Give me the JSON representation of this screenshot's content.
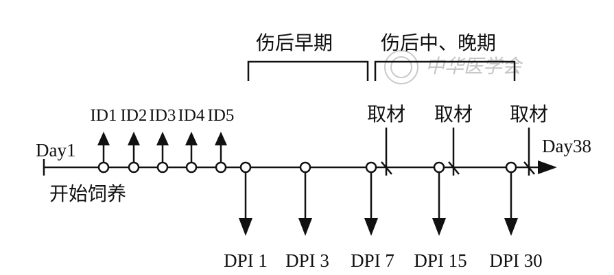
{
  "timeline": {
    "start_label": "Day1",
    "end_label": "Day38",
    "start_caption": "开始饲养"
  },
  "id_markers": [
    {
      "label": "ID1"
    },
    {
      "label": "ID2"
    },
    {
      "label": "ID3"
    },
    {
      "label": "ID4"
    },
    {
      "label": "ID5"
    }
  ],
  "dpi_markers": [
    {
      "label": "DPI 1"
    },
    {
      "label": "DPI 3"
    },
    {
      "label": "DPI 7"
    },
    {
      "label": "DPI 15"
    },
    {
      "label": "DPI 30"
    }
  ],
  "sampling": {
    "label": "取材",
    "count": 3
  },
  "phases": {
    "early": "伤后早期",
    "late": "伤后中、晚期"
  },
  "watermark": {
    "text": "中华医学会"
  },
  "colors": {
    "line": "#111111",
    "background": "#ffffff",
    "watermark": "#c4c4c4"
  }
}
